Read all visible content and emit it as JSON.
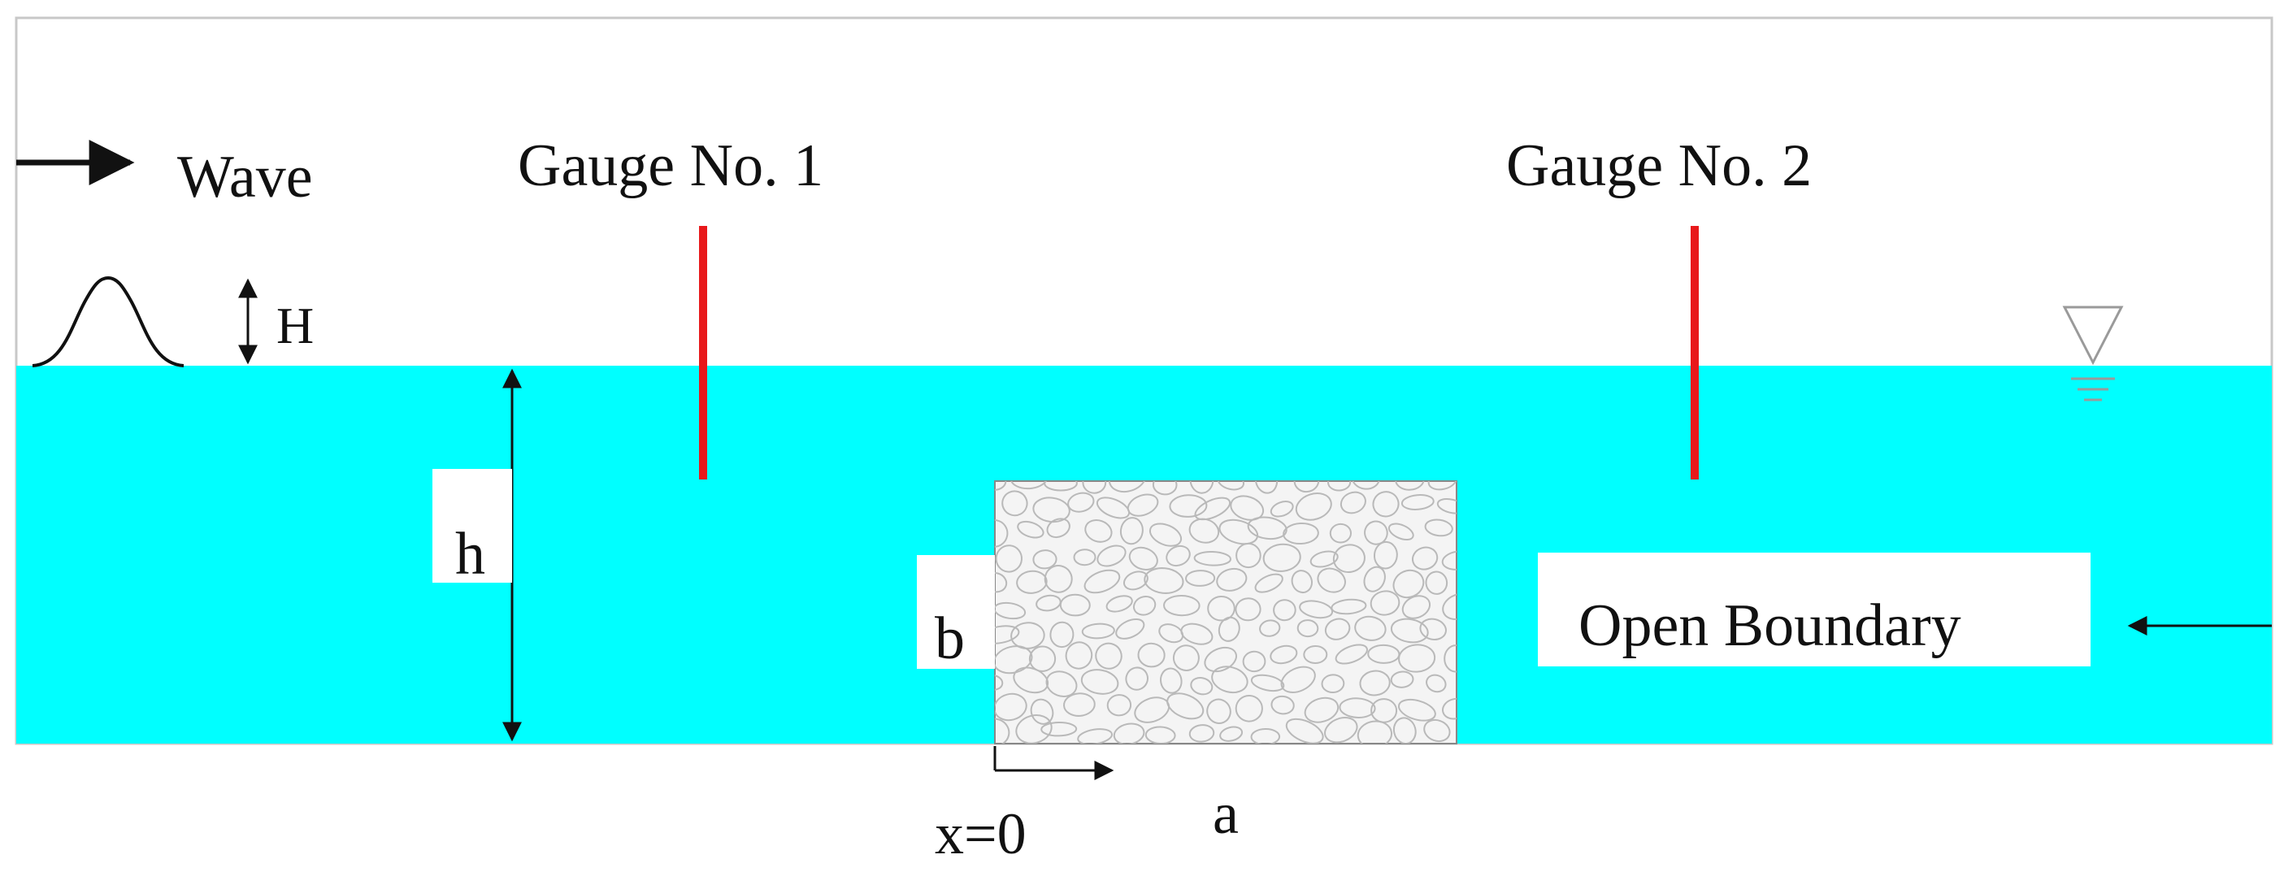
{
  "labels": {
    "wave": "Wave",
    "gauge1": "Gauge No. 1",
    "gauge2": "Gauge No. 2",
    "wave_height": "H",
    "water_depth": "h",
    "structure_height": "b",
    "open_boundary": "Open Boundary",
    "origin": "x=0",
    "structure_width": "a"
  },
  "colors": {
    "water": "#00ffff",
    "gauge": "#e8191b",
    "structure_fill": "#f4f4f4",
    "structure_stones": "#b9b9b9",
    "border": "#c8c8c8",
    "ink": "#111111"
  },
  "icons": {
    "wave_direction": "right-arrow-icon",
    "solitary_wave": "solitary-wave-icon",
    "free_surface": "free-surface-symbol-icon",
    "boundary_arrow": "left-arrow-icon"
  }
}
